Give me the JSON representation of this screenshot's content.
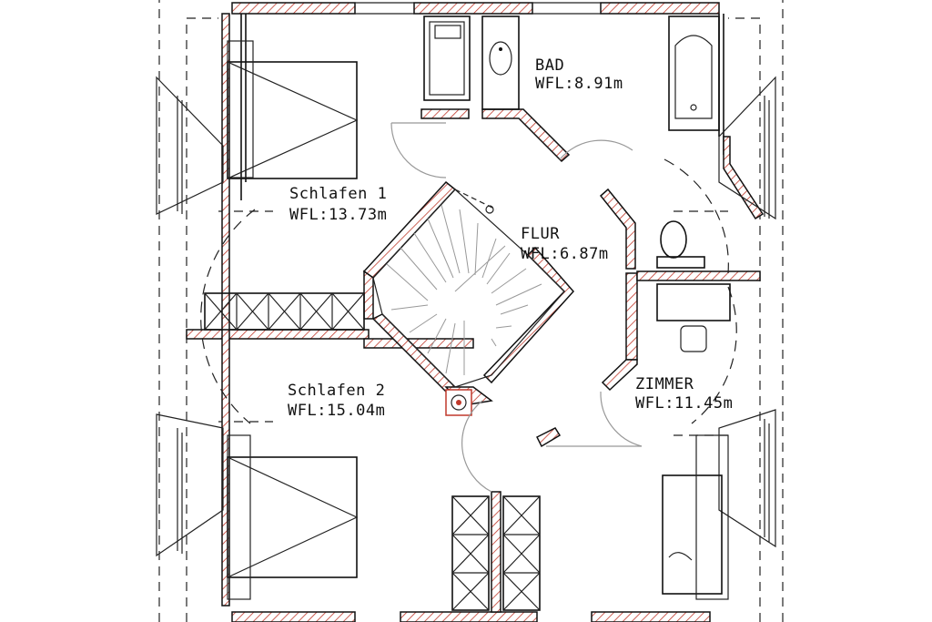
{
  "rooms": {
    "bad": {
      "name": "BAD",
      "area": "WFL:8.91m"
    },
    "schlaf1": {
      "name": "Schlafen 1",
      "area": "WFL:13.73m"
    },
    "flur": {
      "name": "FLUR",
      "area": "WFL:6.87m"
    },
    "schlaf2": {
      "name": "Schlafen 2",
      "area": "WFL:15.04m"
    },
    "zimmer": {
      "name": "ZIMMER",
      "area": "WFL:11.45m"
    }
  },
  "colors": {
    "line": "#111111",
    "hatch": "#c0392b",
    "swing": "#999999"
  }
}
